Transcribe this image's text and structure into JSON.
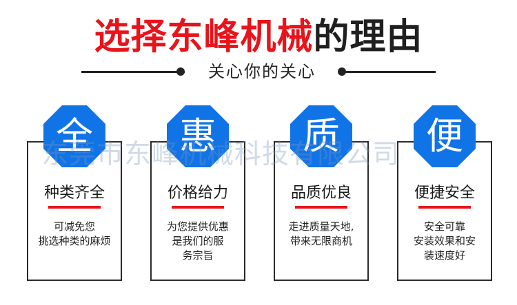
{
  "title": {
    "highlight": "选择东峰机械",
    "rest": "的理由"
  },
  "subtitle": "关心你的关心",
  "watermark": "东莞市东峰机械科技有限公司",
  "accent_color": "#e8141b",
  "badge_color": "#1174e6",
  "cards": [
    {
      "badge": "全",
      "heading": "种类齐全",
      "desc": [
        "可减免您",
        "挑选种类的麻烦"
      ]
    },
    {
      "badge": "惠",
      "heading": "价格给力",
      "desc": [
        "为您提供优惠",
        "是我们的服",
        "务宗旨"
      ]
    },
    {
      "badge": "质",
      "heading": "品质优良",
      "desc": [
        "走进质量天地,",
        "带来无限商机"
      ]
    },
    {
      "badge": "便",
      "heading": "便捷安全",
      "desc": [
        "安全可靠",
        "安装效果和安",
        "装速度好"
      ]
    }
  ]
}
